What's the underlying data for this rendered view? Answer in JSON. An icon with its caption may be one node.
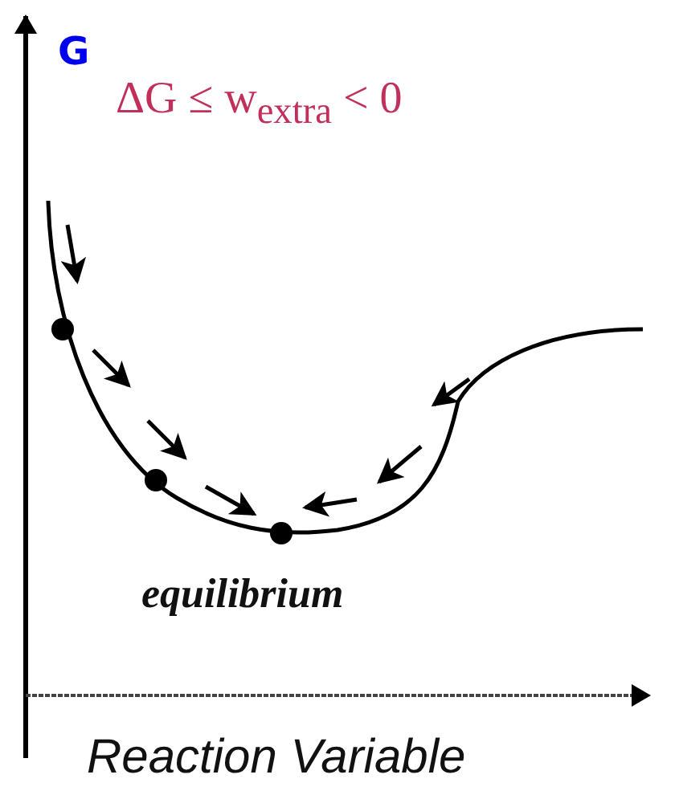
{
  "diagram": {
    "labels": [
      "G",
      "ΔG ≤ w$_{extra}$ < 0",
      "equilibrium",
      "Reaction Variable"
    ]
  }
}
